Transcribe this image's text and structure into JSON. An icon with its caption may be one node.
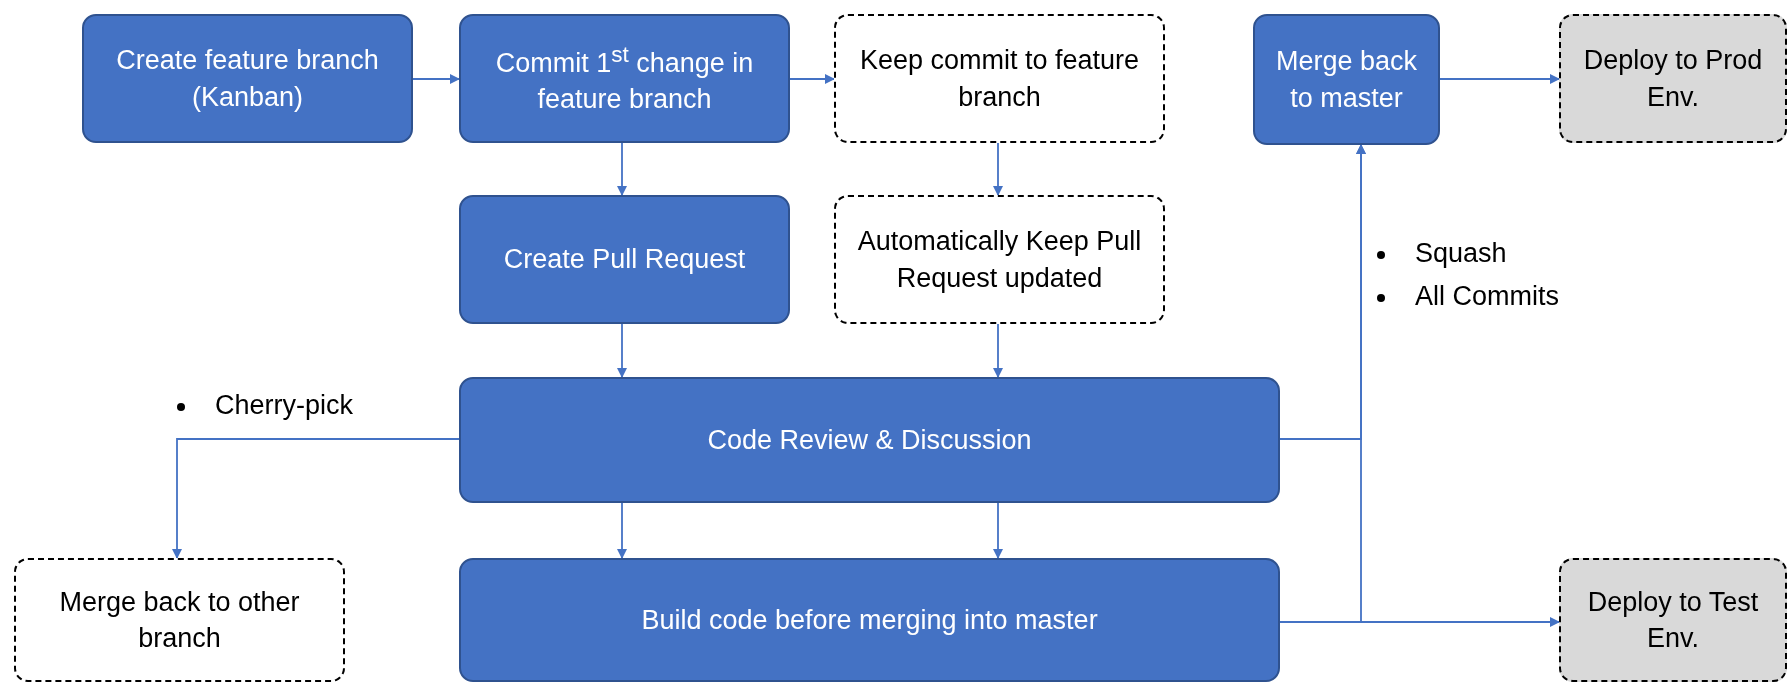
{
  "diagram": {
    "nodes": [
      {
        "text": [
          "Create feature branch (Kanban)"
        ]
      },
      {
        "text": [
          "Commit 1$^{st}$ change in feature branch"
        ]
      },
      {
        "text": [
          "Keep commit to feature branch"
        ]
      },
      {
        "text": [
          "Merge back to master"
        ]
      },
      {
        "text": [
          "Deploy to Prod Env."
        ]
      },
      {
        "text": [
          "Create Pull Request"
        ]
      },
      {
        "text": [
          "Automatically Keep Pull Request updated"
        ]
      },
      {
        "text": [
          "Code Review & Discussion"
        ]
      },
      {
        "text": [
          "Merge back to other branch"
        ]
      },
      {
        "text": [
          "Build code before merging into master"
        ]
      },
      {
        "text": [
          "Deploy to Test Env."
        ]
      }
    ],
    "edges": [
      {
        "from": 0,
        "to": 1,
        "arrow": "to"
      },
      {
        "from": 1,
        "to": 2,
        "arrow": "to"
      },
      {
        "from": 1,
        "to": 5,
        "arrow": "to"
      },
      {
        "from": 2,
        "to": 6,
        "arrow": "to"
      },
      {
        "from": 5,
        "to": 7,
        "arrow": "to"
      },
      {
        "from": 6,
        "to": 7,
        "arrow": "to"
      },
      {
        "from": 7,
        "to": 9,
        "arrow": "to"
      },
      {
        "from": 7,
        "to": 9,
        "arrow": "to"
      },
      {
        "from": 7,
        "to": 8,
        "arrow": "to"
      },
      {
        "from": 7,
        "to": 3,
        "arrow": "to"
      },
      {
        "from": 9,
        "to": 10,
        "arrow": "to"
      },
      {
        "from": 9,
        "to": 3,
        "arrow": "to"
      },
      {
        "from": 3,
        "to": 4,
        "arrow": "to"
      }
    ],
    "labels": [
      "Cherry-pick",
      "Squash",
      "All Commits"
    ]
  }
}
